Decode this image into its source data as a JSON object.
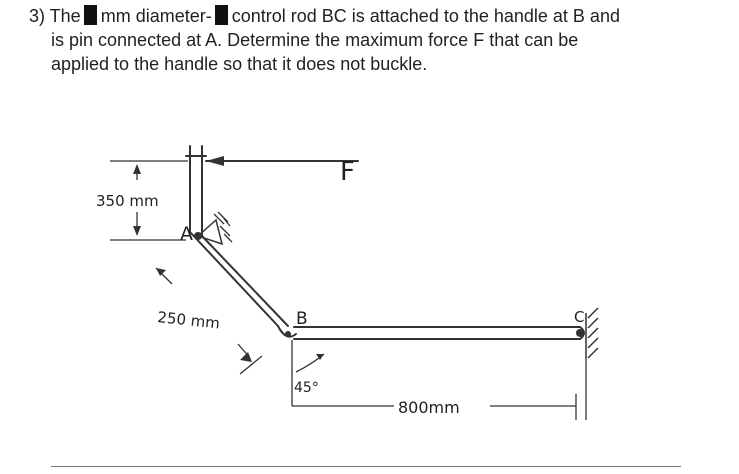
{
  "problem": {
    "number": "3) The",
    "part1": "mm diameter-",
    "part2": "control rod BC is attached to the handle at B and",
    "line2": "is pin connected at A.  Determine the maximum force F that can be",
    "line3": "applied to the handle so that it does not buckle."
  },
  "figure": {
    "force_label": "F",
    "dim_vertical": "350 mm",
    "point_a": "A",
    "point_b": "B",
    "point_c": "C",
    "dim_diagonal": "250 mm",
    "angle": "45°",
    "dim_horizontal": "800mm"
  }
}
